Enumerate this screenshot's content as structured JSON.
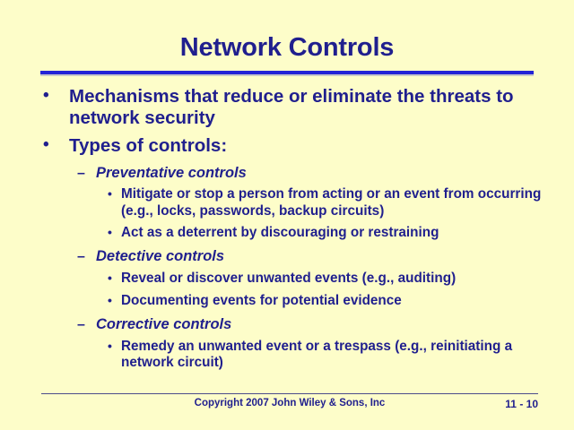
{
  "slide": {
    "title": "Network Controls",
    "background_color": "#fdfdc9",
    "text_color": "#201f8e",
    "rule_color": "#2323d6",
    "markers": {
      "level1": "•",
      "level2": "–",
      "level3": "•"
    },
    "content": [
      {
        "level": 1,
        "text": "Mechanisms that reduce or eliminate the threats to network security"
      },
      {
        "level": 1,
        "text": "Types of controls:"
      },
      {
        "level": 2,
        "text": "Preventative controls"
      },
      {
        "level": 3,
        "text": "Mitigate or stop a person from acting or an event from occurring (e.g., locks, passwords, backup circuits)"
      },
      {
        "level": 3,
        "text": "Act as a deterrent by discouraging or restraining"
      },
      {
        "level": 2,
        "text": "Detective controls"
      },
      {
        "level": 3,
        "text": "Reveal or discover unwanted events (e.g., auditing)"
      },
      {
        "level": 3,
        "text": "Documenting events for potential evidence"
      },
      {
        "level": 2,
        "text": "Corrective controls"
      },
      {
        "level": 3,
        "text": "Remedy an unwanted event or a trespass (e.g., reinitiating a network circuit)"
      }
    ],
    "footer": {
      "copyright": "Copyright 2007 John Wiley & Sons, Inc",
      "page_number": "11 - 10"
    }
  }
}
